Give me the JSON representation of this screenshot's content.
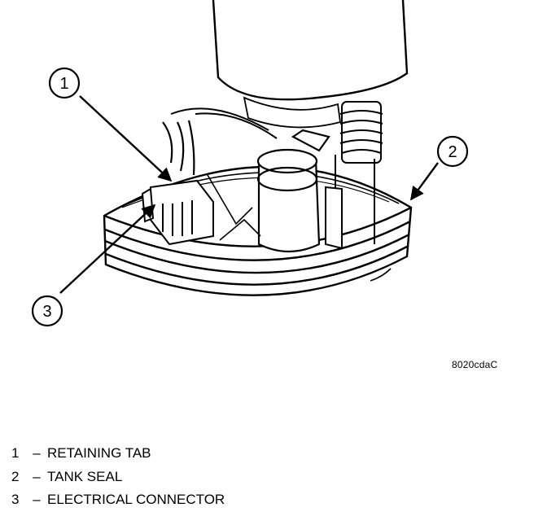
{
  "callouts": [
    {
      "number": "1"
    },
    {
      "number": "2"
    },
    {
      "number": "3"
    }
  ],
  "figure_code": "8020cdaC",
  "legend": [
    {
      "number": "1",
      "dash": "–",
      "label": "RETAINING TAB"
    },
    {
      "number": "2",
      "dash": "–",
      "label": "TANK SEAL"
    },
    {
      "number": "3",
      "dash": "–",
      "label": "ELECTRICAL CONNECTOR"
    }
  ]
}
